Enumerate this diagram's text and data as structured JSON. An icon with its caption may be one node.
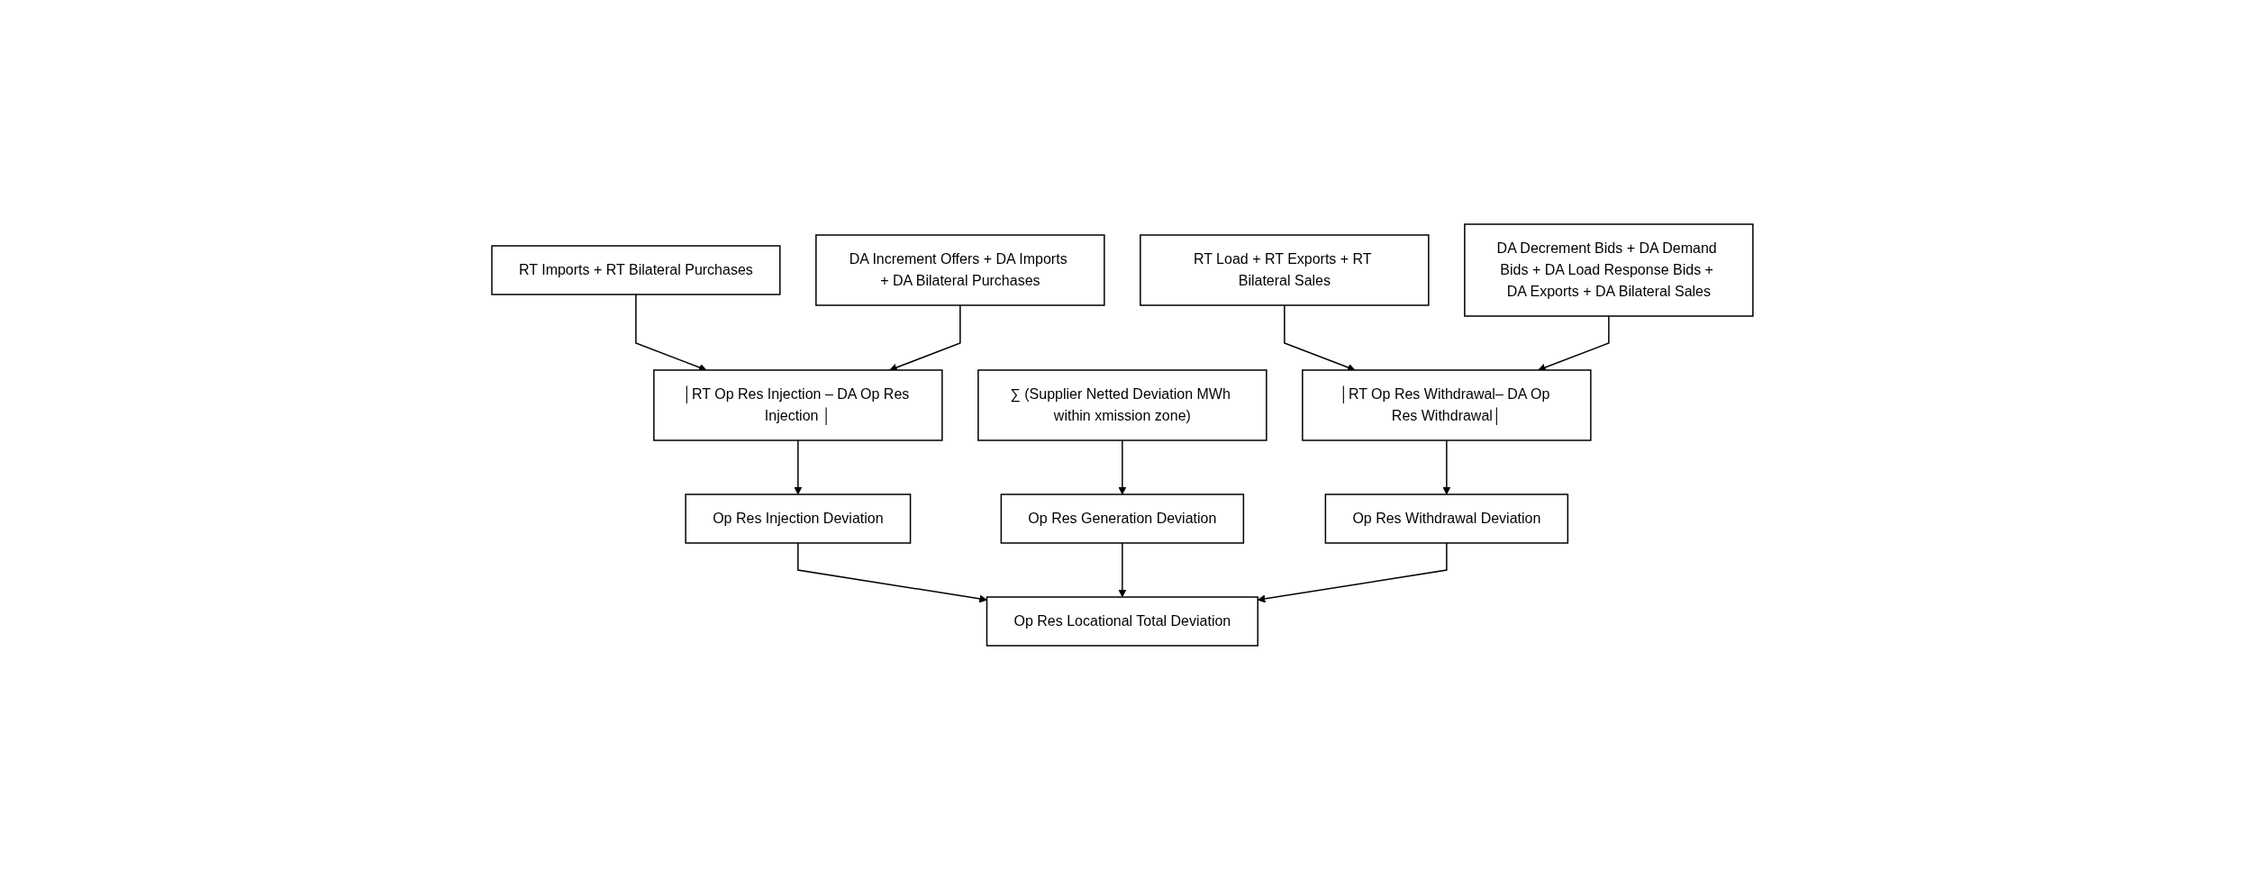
{
  "diagram": {
    "nodes": [
      {
        "text": [
          "DA Increment Offers + DA Imports + DA Bilateral Purchases"
        ]
      },
      {
        "text": [
          "DA Decrement Bids + DA Demand Bids + DA Load Response Bids + DA Exports + DA Bilateral Sales"
        ]
      },
      {
        "text": [
          "RT Load + RT Exports + RT Bilateral Sales"
        ]
      },
      {
        "text": [
          "RT Imports + RT Bilateral Purchases"
        ]
      },
      {
        "text": [
          "∑ (Supplier Netted Deviation MWh within xmission zone)"
        ]
      },
      {
        "text": [
          "│RT Op Res Injection – DA Op Res Injection │"
        ]
      },
      {
        "text": [
          "│RT Op Res Withdrawal– DA Op Res Withdrawal│"
        ]
      },
      {
        "text": [
          "Op Res Injection Deviation"
        ]
      },
      {
        "text": [
          "Op Res Generation Deviation"
        ]
      },
      {
        "text": [
          "Op Res Withdrawal Deviation"
        ]
      },
      {
        "text": [
          "Op Res Locational Total Deviation"
        ]
      }
    ],
    "edges": [
      {
        "from": 3,
        "to": 5,
        "arrow": "to"
      },
      {
        "from": 0,
        "to": 5,
        "arrow": "to"
      },
      {
        "from": 2,
        "to": 6,
        "arrow": "to"
      },
      {
        "from": 1,
        "to": 6,
        "arrow": "to"
      },
      {
        "from": 4,
        "to": 8,
        "arrow": "to"
      },
      {
        "from": 5,
        "to": 7,
        "arrow": "to"
      },
      {
        "from": 6,
        "to": 9,
        "arrow": "to"
      },
      {
        "from": 7,
        "to": 10,
        "arrow": "to"
      },
      {
        "from": 8,
        "to": 10,
        "arrow": "to"
      },
      {
        "from": 9,
        "to": 10,
        "arrow": "to"
      }
    ]
  }
}
